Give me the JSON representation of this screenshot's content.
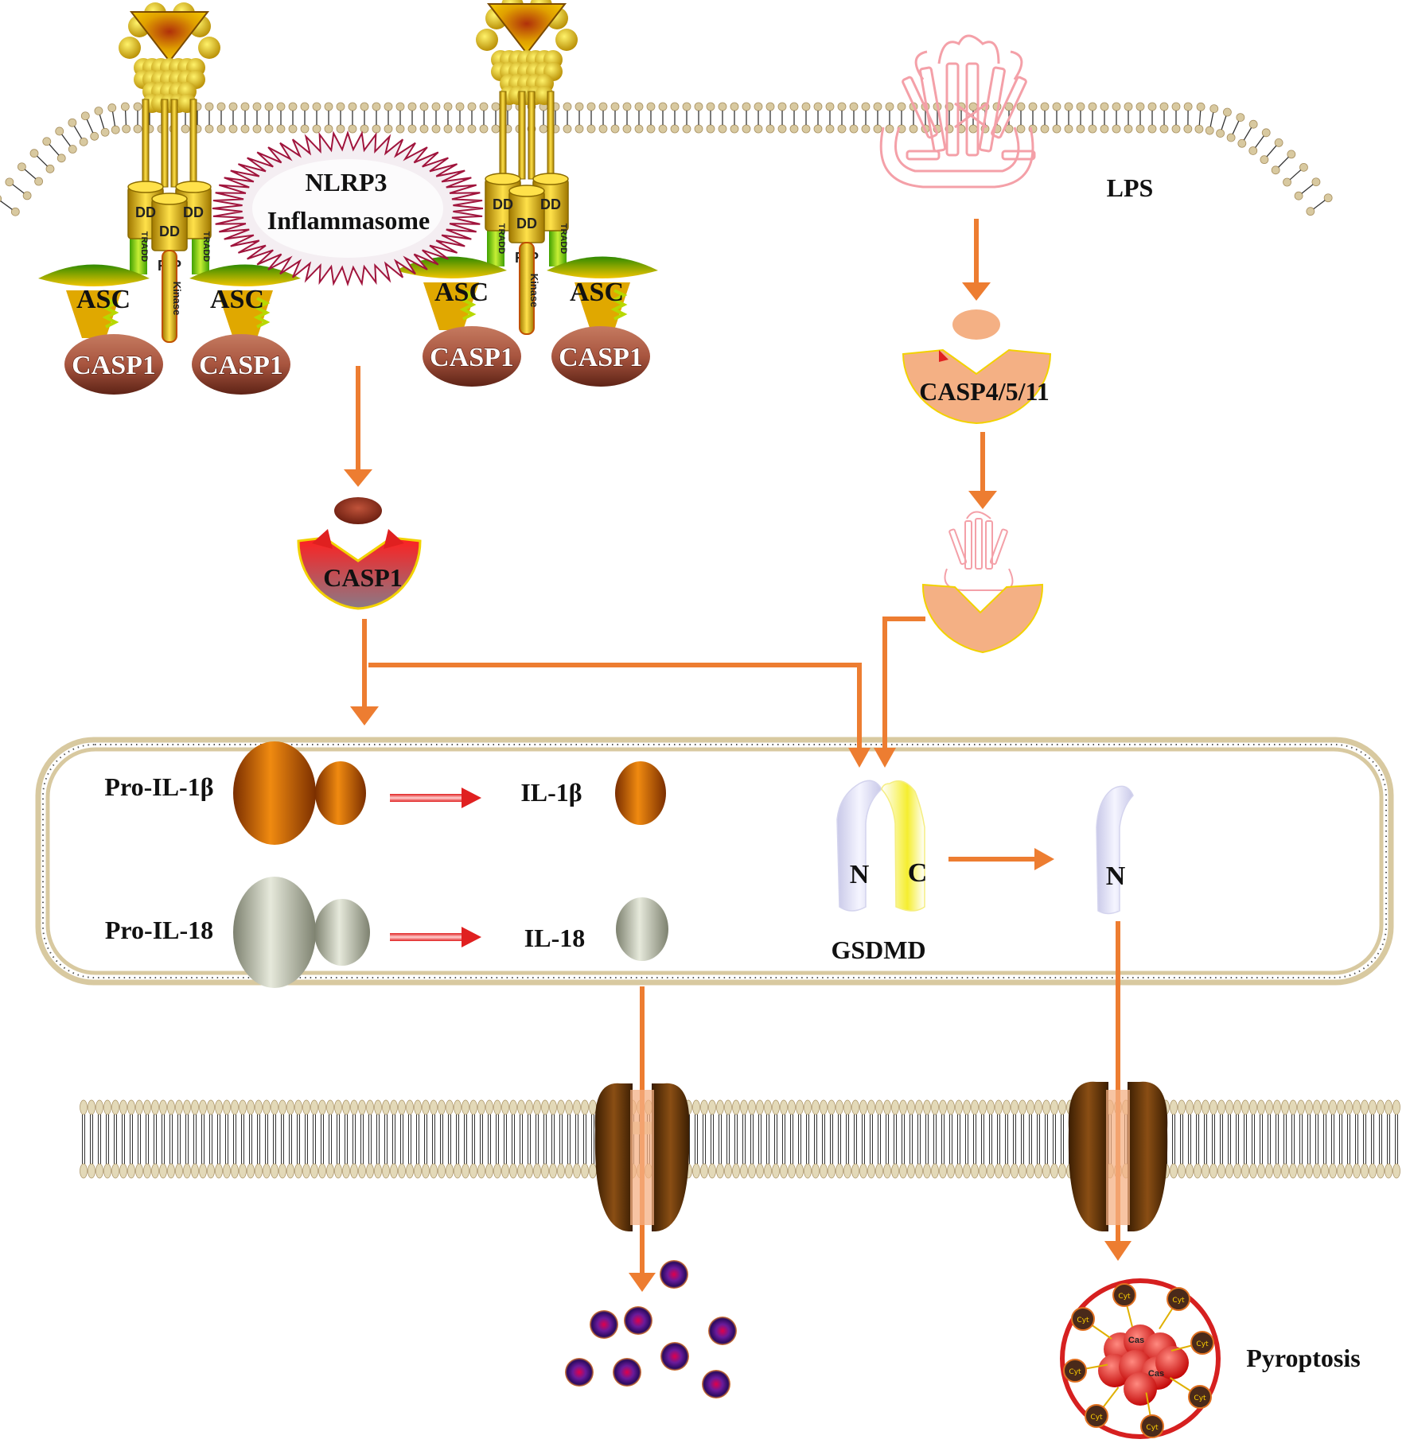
{
  "labels": {
    "nlrp3_line1": "NLRP3",
    "nlrp3_line2": "Inflammasome",
    "asc": "ASC",
    "casp1": "CASP1",
    "lps": "LPS",
    "casp4511": "CASP4/5/11",
    "casp1_active": "CASP1",
    "pro_il1b": "Pro-IL-1β",
    "il1b": "IL-1β",
    "pro_il18": "Pro-IL-18",
    "il18": "IL-18",
    "gsdmd": "GSDMD",
    "n_fragment": "N",
    "c_fragment": "C",
    "pyroptosis": "Pyroptosis",
    "dd": "DD",
    "rip": "RIP",
    "tradd": "TRADD",
    "kinase": "Kinase",
    "cas": "Cas",
    "cyt": "Cyt"
  },
  "colors": {
    "arrow": "#ed7d31",
    "membrane_head": "#d8c9a0",
    "receptor_gold": "#f2c500",
    "casp1_brown": "#a8553f",
    "casp1_active_red": "#e03535",
    "casp4_peach": "#f4b084",
    "il1b_orange": "#d86500",
    "il18_gray": "#b7bcaa",
    "gsdmd_lavender": "#dcdcf2",
    "gsdmd_yellow": "#f7f070",
    "pore_brown": "#6b3c10",
    "cytokine_purple": "#6a1b9a",
    "pyroptosis_ring": "#d62020"
  }
}
